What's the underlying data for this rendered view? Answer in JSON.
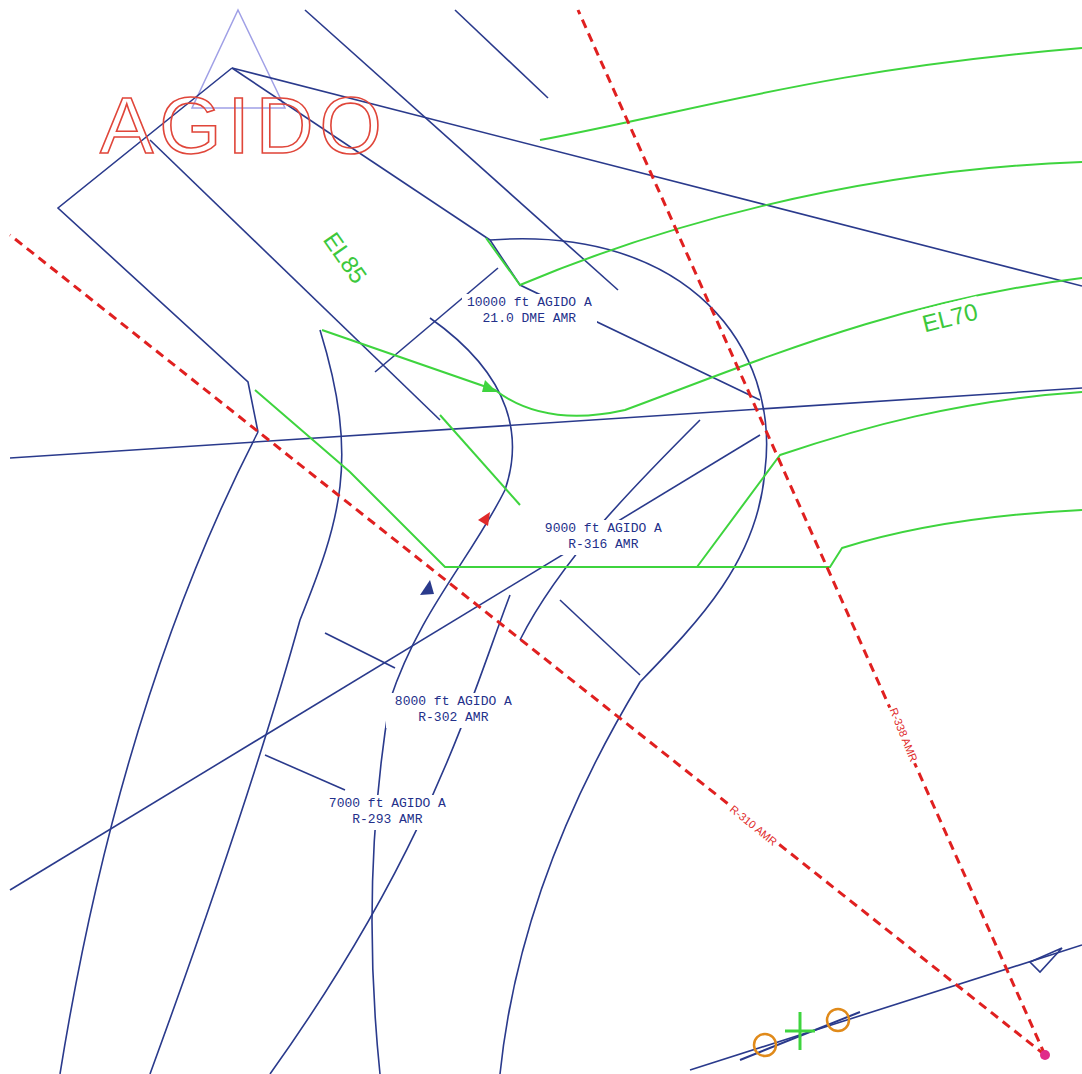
{
  "diagram": {
    "labels": [
      "AGIDO",
      "EL85",
      "EL70",
      "10000 ft AGIDO A 21.0 DME AMR",
      "9000 ft AGIDO A R-316 AMR",
      "8000 ft AGIDO A R-302 AMR",
      "7000 ft AGIDO A R-293 AMR",
      "R-338 AMR",
      "R-310 AMR"
    ]
  }
}
